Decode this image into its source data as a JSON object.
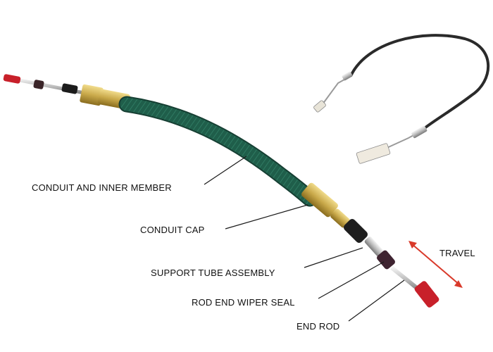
{
  "labels": {
    "conduit_and_inner_member": "CONDUIT AND INNER MEMBER",
    "conduit_cap": "CONDUIT CAP",
    "support_tube_assembly": "SUPPORT TUBE ASSEMBLY",
    "rod_end_wiper_seal": "ROD END WIPER SEAL",
    "end_rod": "END ROD",
    "travel": "TRAVEL"
  },
  "colors": {
    "conduit": "#1f5e4a",
    "travel_arrow": "#d93a2b",
    "rod_tip": "#c8202a",
    "brass": "#c9a94a",
    "silver": "#c8c8c8"
  }
}
